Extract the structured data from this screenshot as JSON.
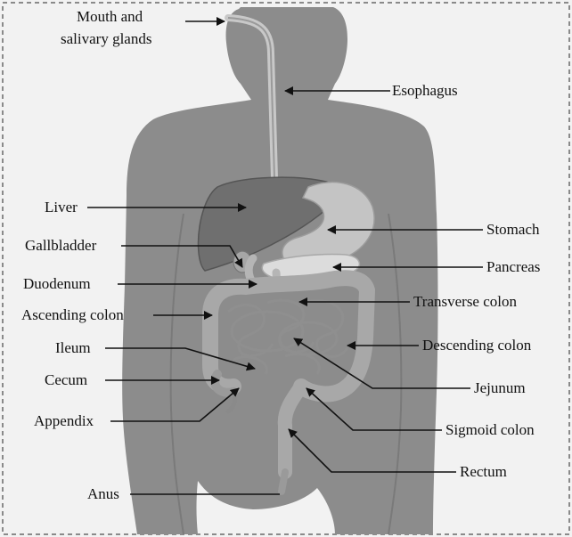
{
  "labels": {
    "mouth_line1": "Mouth and",
    "mouth_line2": "salivary glands",
    "esophagus": "Esophagus",
    "liver": "Liver",
    "stomach": "Stomach",
    "gallbladder": "Gallbladder",
    "pancreas": "Pancreas",
    "duodenum": "Duodenum",
    "transverse_colon": "Transverse colon",
    "ascending_colon": "Ascending colon",
    "descending_colon": "Descending colon",
    "ileum": "Ileum",
    "cecum": "Cecum",
    "jejunum": "Jejunum",
    "appendix": "Appendix",
    "sigmoid_colon": "Sigmoid colon",
    "rectum": "Rectum",
    "anus": "Anus"
  },
  "colors": {
    "background": "#f2f2f2",
    "frame": "#8a8a8a",
    "body": "#8c8c8c",
    "liver": "#6f6f6f",
    "stomach": "#c4c4c4",
    "pancreas": "#dcdcdc",
    "intestine": "#a8a8a8",
    "arrow": "#111111"
  }
}
